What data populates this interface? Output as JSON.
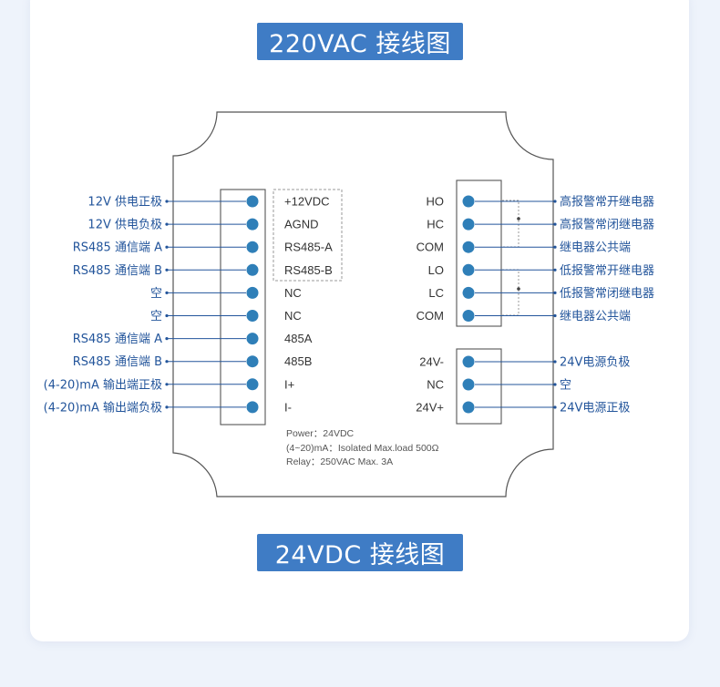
{
  "titles": {
    "top": "220VAC 接线图",
    "bottom": "24VDC 接线图"
  },
  "left_terminals": [
    {
      "label": "12V 供电正极",
      "port": "+12VDC"
    },
    {
      "label": "12V 供电负极",
      "port": "AGND"
    },
    {
      "label": "RS485 通信端 A",
      "port": "RS485-A"
    },
    {
      "label": "RS485 通信端 B",
      "port": "RS485-B"
    },
    {
      "label": "空",
      "port": "NC"
    },
    {
      "label": "空",
      "port": "NC"
    },
    {
      "label": "RS485 通信端 A",
      "port": "485A"
    },
    {
      "label": "RS485 通信端 B",
      "port": "485B"
    },
    {
      "label": "(4-20)mA 输出端正极",
      "port": "I+"
    },
    {
      "label": "(4-20)mA 输出端负极",
      "port": "I-"
    }
  ],
  "relay_terminals": [
    {
      "label": "高报警常开继电器",
      "port": "HO"
    },
    {
      "label": "高报警常闭继电器",
      "port": "HC"
    },
    {
      "label": "继电器公共端",
      "port": "COM"
    },
    {
      "label": "低报警常开继电器",
      "port": "LO"
    },
    {
      "label": "低报警常闭继电器",
      "port": "LC"
    },
    {
      "label": "继电器公共端",
      "port": "COM"
    }
  ],
  "power_terminals": [
    {
      "label": "24V电源负极",
      "port": "24V-"
    },
    {
      "label": "空",
      "port": "NC"
    },
    {
      "label": "24V电源正极",
      "port": "24V+"
    }
  ],
  "notes": [
    "Power：24VDC",
    "(4~20)mA：Isolated Max.load 500Ω",
    "Relay：250VAC Max. 3A"
  ],
  "colors": {
    "accent": "#3f7cc5",
    "dot": "#2f7fb8",
    "label_text": "#23559b",
    "outline": "#555555"
  }
}
